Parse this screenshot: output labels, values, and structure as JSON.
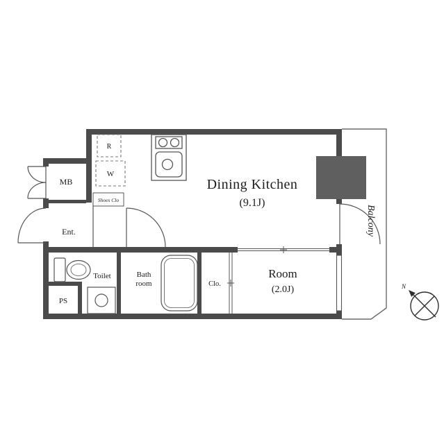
{
  "colors": {
    "wall": "#4b4b4b",
    "pillar": "#5f5f5f",
    "line": "#555555",
    "ink": "#1c1c1c"
  },
  "rooms": {
    "dining_kitchen": {
      "name": "Dining Kitchen",
      "size": "(9.1J)"
    },
    "room": {
      "name": "Room",
      "size": "(2.0J)"
    },
    "balcony": {
      "name": "Balcony"
    },
    "entrance": {
      "name": "Ent."
    },
    "meter_box": {
      "name": "MB"
    },
    "toilet": {
      "name": "Toilet"
    },
    "bath": {
      "line1": "Bath",
      "line2": "room"
    },
    "pipe_space": {
      "name": "PS"
    },
    "closet": {
      "name": "Clo."
    },
    "shoes_closet": {
      "name": "Shoes Clo"
    }
  },
  "appliances": {
    "washer": "W",
    "refrigerator": "R"
  },
  "compass": {
    "north": "N"
  }
}
